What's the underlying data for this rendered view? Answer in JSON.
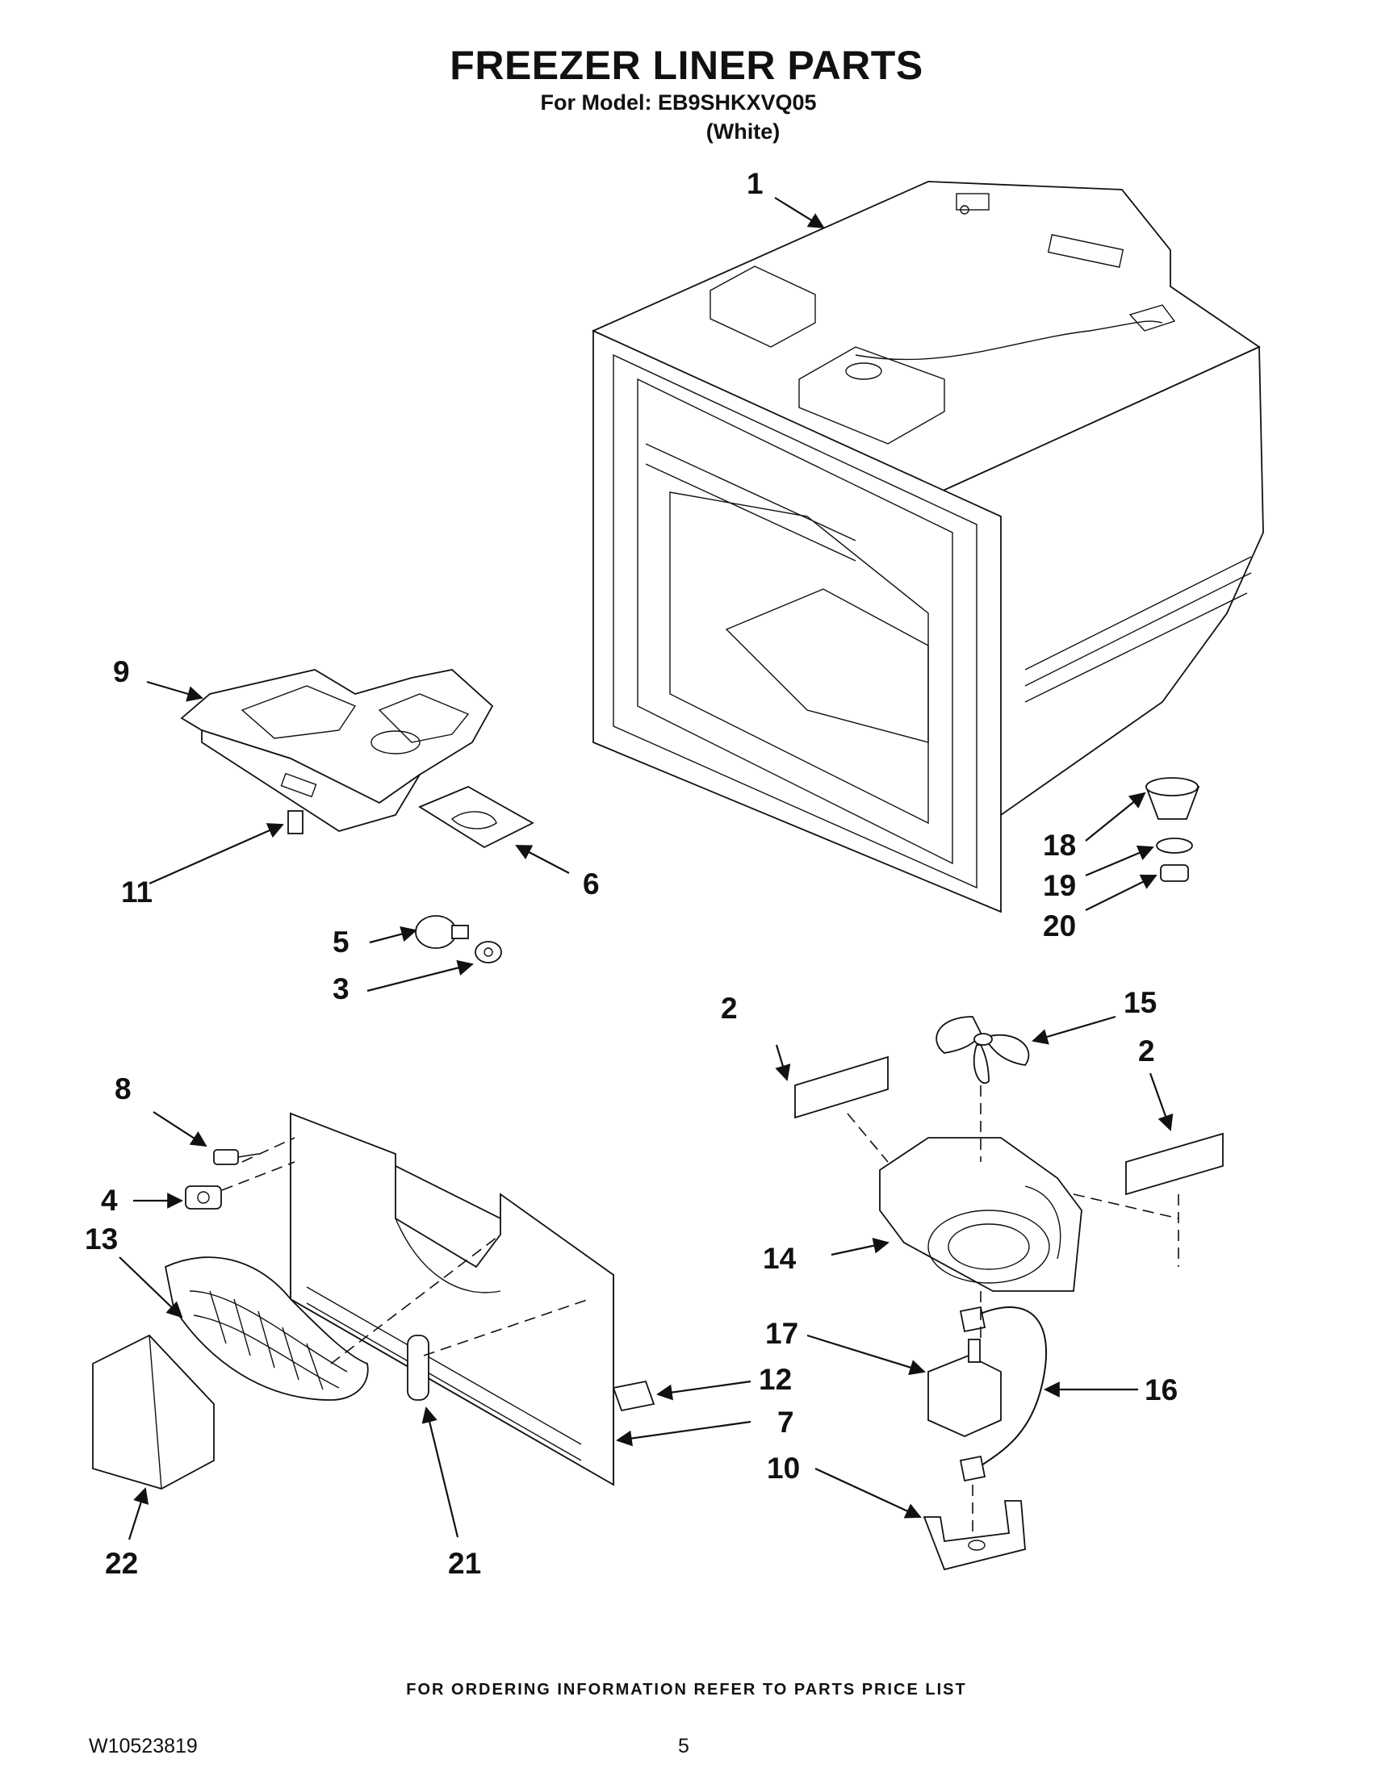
{
  "header": {
    "title": "FREEZER LINER PARTS",
    "model_line": "For Model: EB9SHKXVQ05",
    "color_line": "(White)"
  },
  "callouts": {
    "c1": "1",
    "c2a": "2",
    "c2b": "2",
    "c3": "3",
    "c4": "4",
    "c5": "5",
    "c6": "6",
    "c7": "7",
    "c8": "8",
    "c9": "9",
    "c10": "10",
    "c11": "11",
    "c12": "12",
    "c13": "13",
    "c14": "14",
    "c15": "15",
    "c16": "16",
    "c17": "17",
    "c18": "18",
    "c19": "19",
    "c20": "20",
    "c21": "21",
    "c22": "22"
  },
  "footer": {
    "ordering_info": "FOR ORDERING INFORMATION REFER TO PARTS PRICE LIST",
    "document_number": "W10523819",
    "page_number": "5"
  }
}
